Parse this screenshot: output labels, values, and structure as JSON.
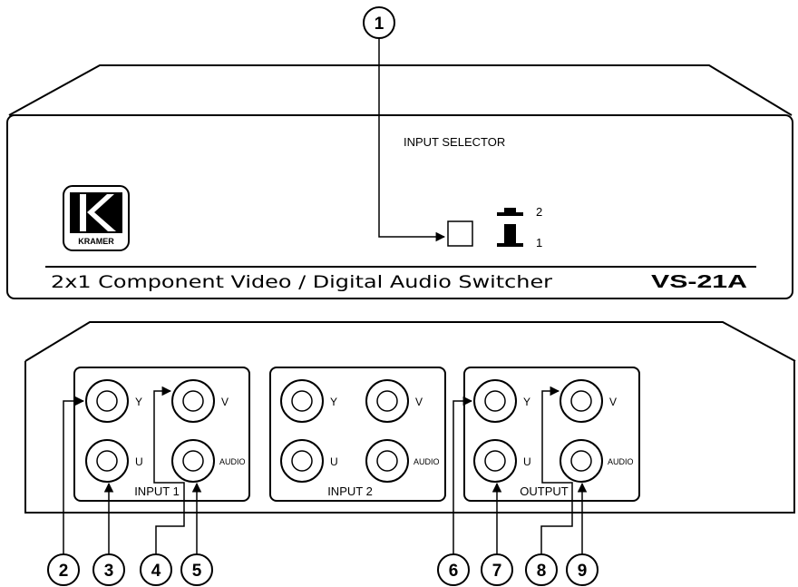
{
  "front": {
    "input_selector_label": "INPUT SELECTOR",
    "switch_position_2": "2",
    "switch_position_1": "1",
    "logo_text": "KRAMER",
    "product_description": "2x1 Component Video / Digital Audio Switcher",
    "model": "VS-21A"
  },
  "rear": {
    "groups": [
      {
        "title": "INPUT 1",
        "connectors": [
          "Y",
          "V",
          "U",
          "AUDIO"
        ]
      },
      {
        "title": "INPUT 2",
        "connectors": [
          "Y",
          "V",
          "U",
          "AUDIO"
        ]
      },
      {
        "title": "OUTPUT",
        "connectors": [
          "Y",
          "V",
          "U",
          "AUDIO"
        ]
      }
    ]
  },
  "callouts": [
    "1",
    "2",
    "3",
    "4",
    "5",
    "6",
    "7",
    "8",
    "9"
  ]
}
